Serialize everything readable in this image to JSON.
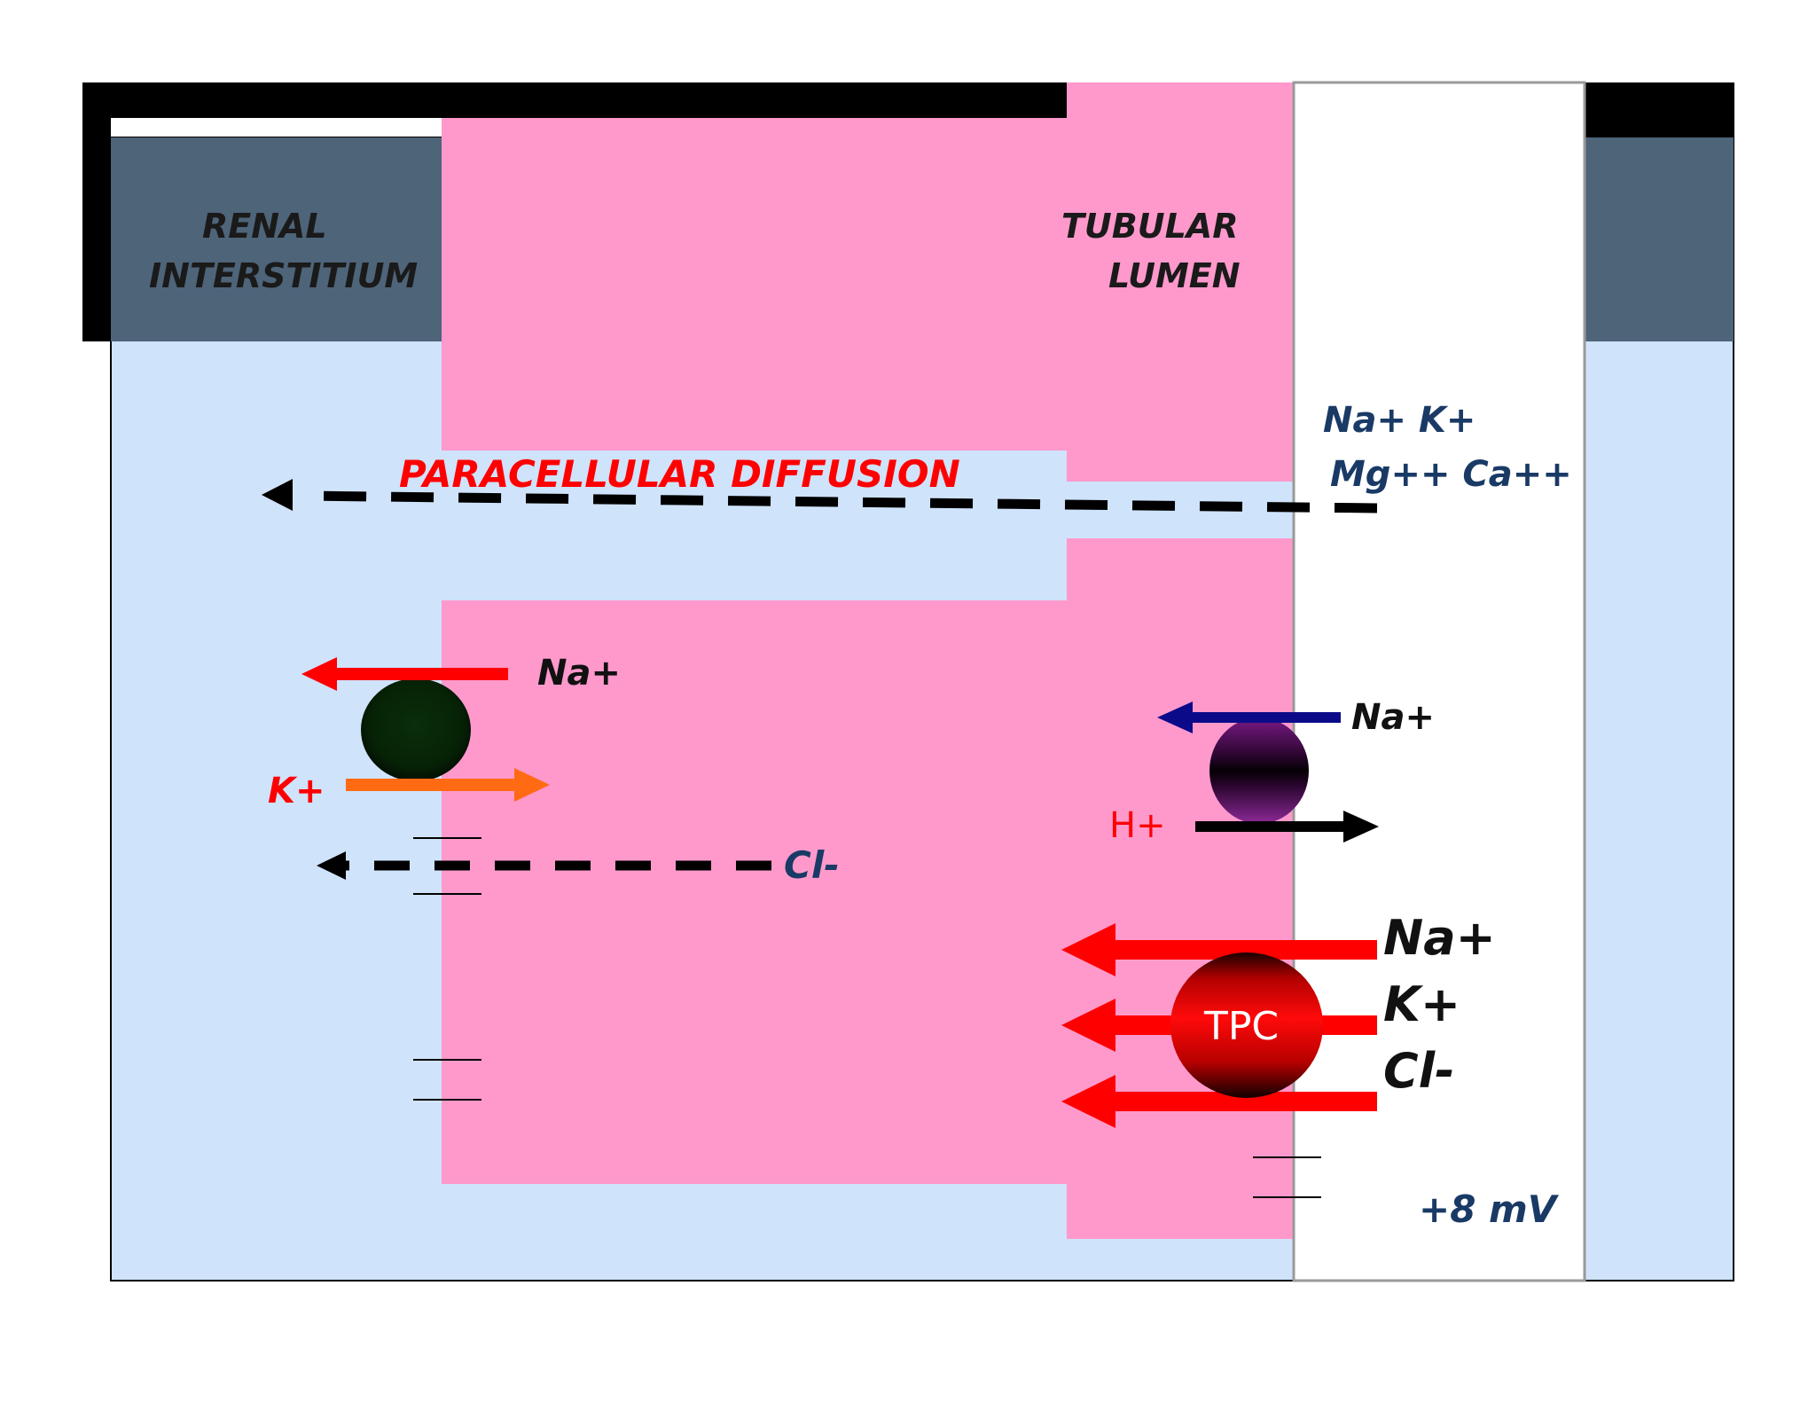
{
  "regions": {
    "interstitium_label_line1": "RENAL",
    "interstitium_label_line2": "INTERSTITIUM",
    "lumen_label_line1": "TUBULAR",
    "lumen_label_line2": "LUMEN"
  },
  "paracellular": {
    "label": "PARACELLULAR DIFFUSION",
    "ions_line1": "Na+ K+",
    "ions_line2": "Mg++ Ca++"
  },
  "basolateral": {
    "pump_na_label": "Na+",
    "pump_k_label": "K+",
    "chloride_label": "Cl-"
  },
  "exchanger": {
    "na_label": "Na+",
    "h_label": "H+"
  },
  "tpc": {
    "label": "TPC",
    "na_label": "Na+",
    "k_label": "K+",
    "cl_label": "Cl-"
  },
  "lumen_potential": "+8 mV",
  "colors": {
    "interstitium": "#cfe3fb",
    "header_band": "#4e6479",
    "border_black": "#000000",
    "cell": "#ff99cc",
    "lumen": "#ffffff",
    "red_arrow": "#ff0000",
    "orange_arrow": "#ff6a13",
    "navy_arrow": "#0b0b8a",
    "dark_blue_text": "#1a3a66"
  }
}
